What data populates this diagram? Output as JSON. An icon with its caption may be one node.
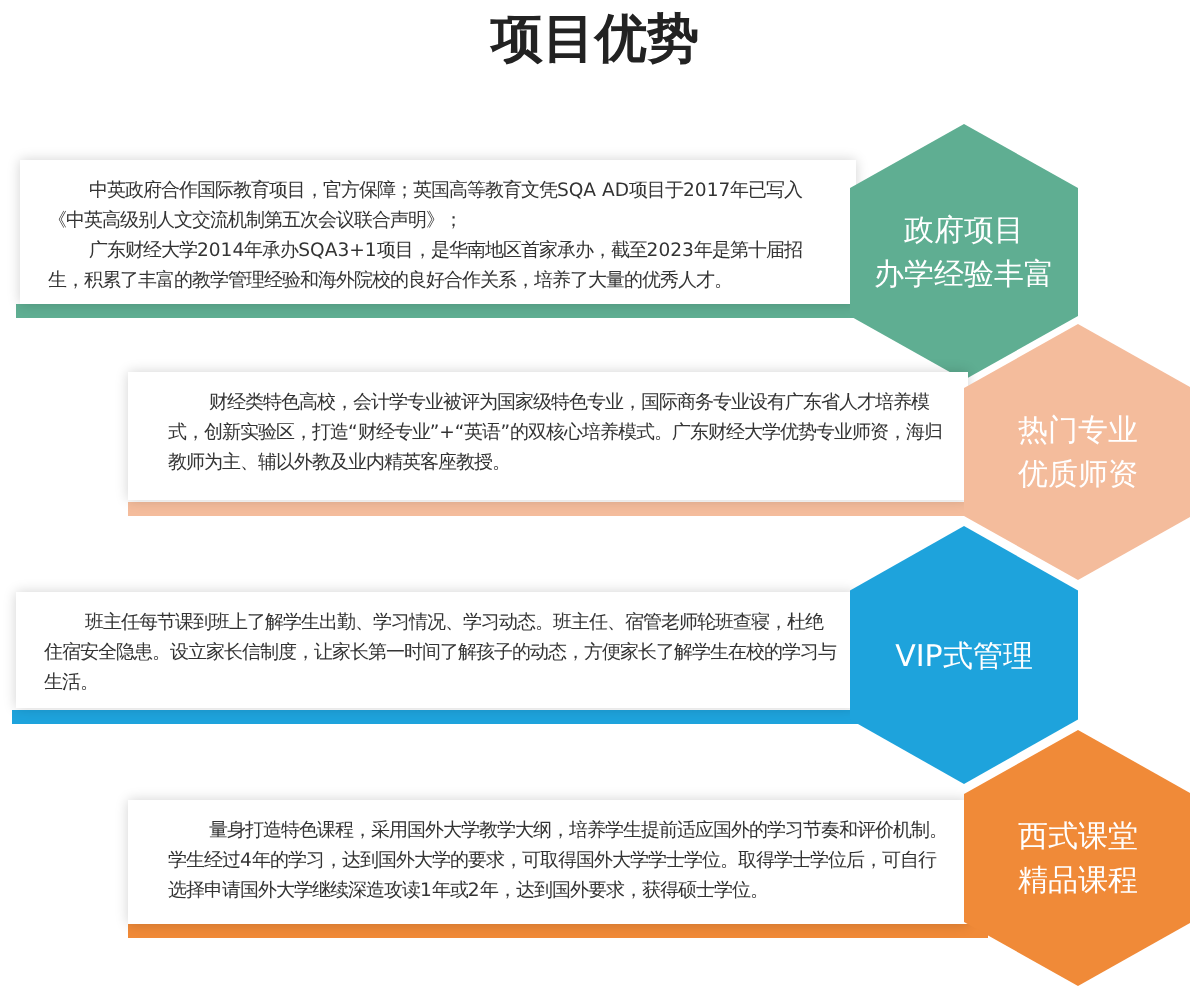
{
  "diagram": {
    "title": "项目优势",
    "nodes": [
      {
        "text": [
          "中英政府合作国际教育项目，官方保障；英国高等教育文凭SQA AD项目于2017年已写入《中英高级别人文交流机制第五次会议联合声明》；",
          "广东财经大学2014年承办SQA3+1项目，是华南地区首家承办，截至2023年是第十届招生，积累了丰富的教学管理经验和海外院校的良好合作关系，培养了大量的优秀人才。"
        ]
      },
      {
        "text": [
          "政府项目",
          "办学经验丰富"
        ]
      },
      {
        "text": [
          "财经类特色高校，会计学专业被评为国家级特色专业，国际商务专业设有广东省人才培养模式，创新实验区，打造“财经专业”+“英语”的双核心培养模式。广东财经大学优势专业师资，海归教师为主、辅以外教及业内精英客座教授。"
        ]
      },
      {
        "text": [
          "热门专业",
          "优质师资"
        ]
      },
      {
        "text": [
          "班主任每节课到班上了解学生出勤、学习情况、学习动态。班主任、宿管老师轮班查寝，杜绝住宿安全隐患。设立家长信制度，让家长第一时间了解孩子的动态，方便家长了解学生在校的学习与生活。"
        ]
      },
      {
        "text": [
          "VIP式管理"
        ]
      },
      {
        "text": [
          "量身打造特色课程，采用国外大学教学大纲，培养学生提前适应国外的学习节奏和评价机制。学生经过4年的学习，达到国外大学的要求，可取得国外大学学士学位。取得学士学位后，可自行选择申请国外大学继续深造攻读1年或2年，达到国外要求，获得硕士学位。"
        ]
      },
      {
        "text": [
          "西式课堂",
          "精品课程"
        ]
      }
    ]
  }
}
